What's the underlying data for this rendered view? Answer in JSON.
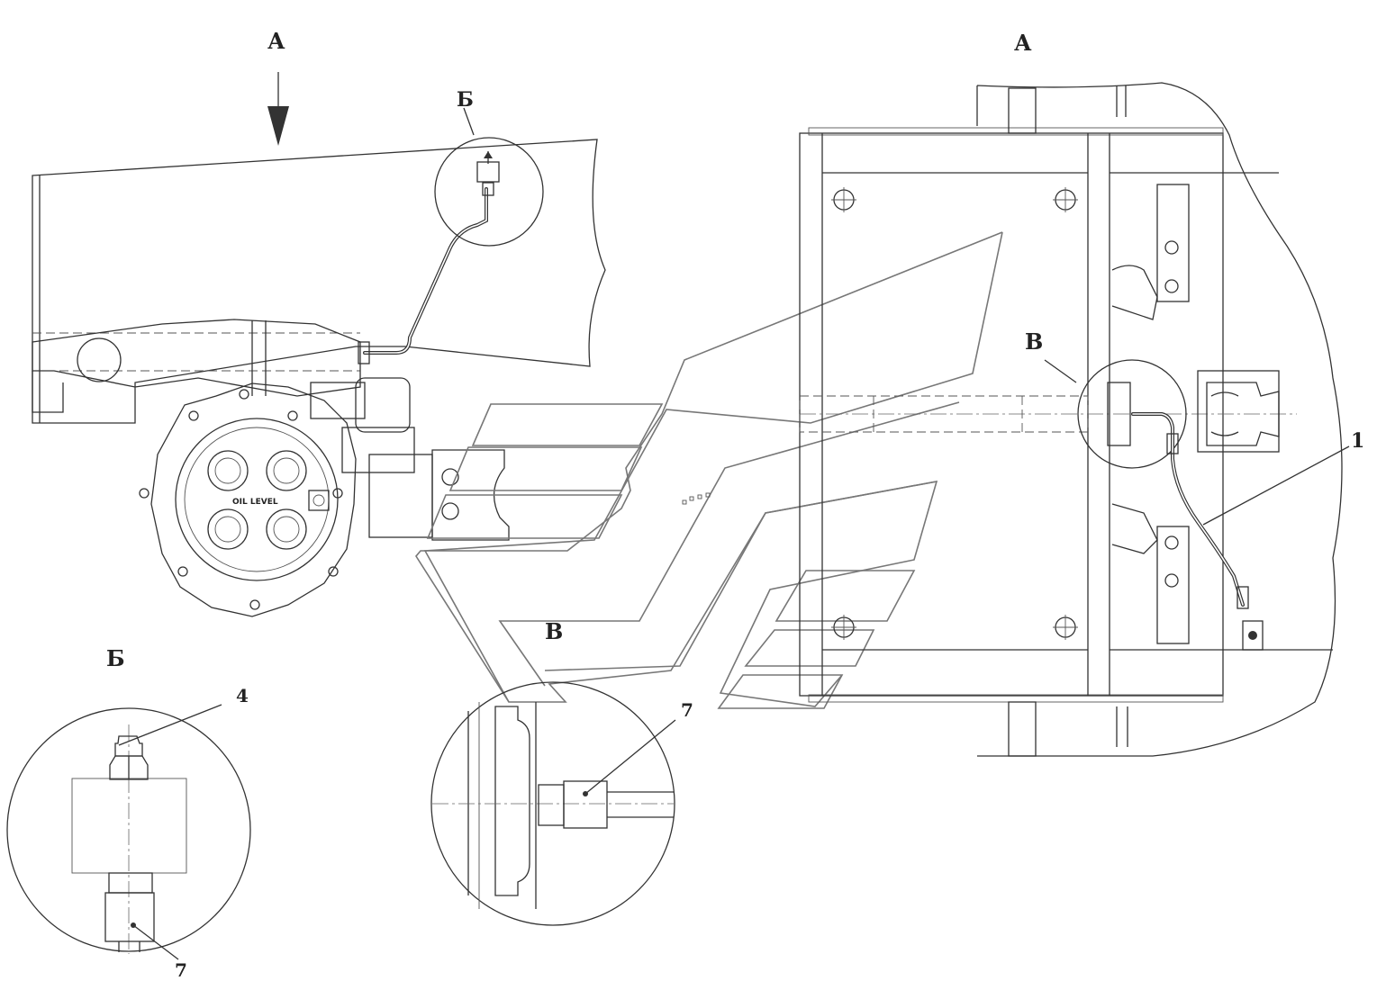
{
  "views": {
    "side": {
      "label": "А"
    },
    "top": {
      "label": "А"
    }
  },
  "callouts": {
    "detail_b_ref": "Б",
    "detail_v_ref_top": "В",
    "detail_v_ref_band": "В",
    "detail_b_title": "Б",
    "part_1": "1",
    "part_4": "4",
    "part_7_b": "7",
    "part_7_v": "7"
  },
  "hub_text": {
    "oil_level": "OIL  LEVEL"
  }
}
